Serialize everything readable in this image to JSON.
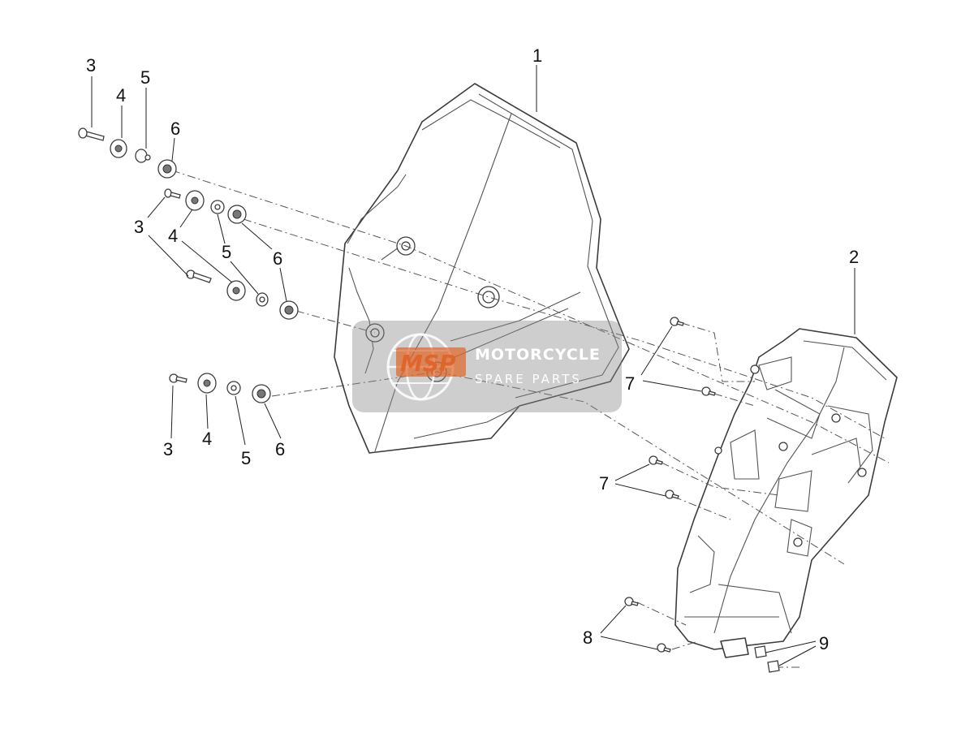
{
  "callouts": {
    "c1": "1",
    "c2": "2",
    "c3a": "3",
    "c3b": "3",
    "c3c": "3",
    "c4a": "4",
    "c4b": "4",
    "c4c": "4",
    "c5a": "5",
    "c5b": "5",
    "c5c": "5",
    "c6a": "6",
    "c6b": "6",
    "c6c": "6",
    "c7a": "7",
    "c7b": "7",
    "c8": "8",
    "c9": "9"
  },
  "watermark": {
    "logo": "MSP",
    "title": "MOTORCYCLE",
    "subtitle": "SPARE PARTS"
  },
  "colors": {
    "line": "#3c3c3c",
    "watermark_accent": "#e0652a",
    "watermark_box": "#8a8a8a"
  }
}
